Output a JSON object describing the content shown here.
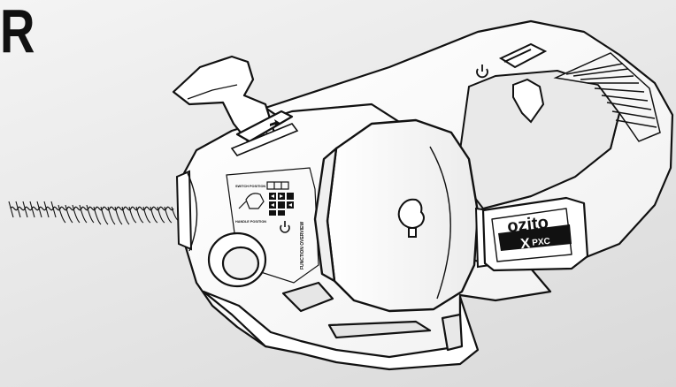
{
  "heading": {
    "fragment": "R"
  },
  "product": {
    "brand": "ozito",
    "system": "PXC",
    "system_mark": "X",
    "panel_title": "FUNCTION OVERVIEW",
    "switch_label": "SWITCH POSITION",
    "handle_label": "HANDLE POSITION"
  },
  "icons": {
    "power_symbol": "power-icon",
    "arrows": "direction-arrow-icon",
    "spring": "drain-cable-spring"
  }
}
